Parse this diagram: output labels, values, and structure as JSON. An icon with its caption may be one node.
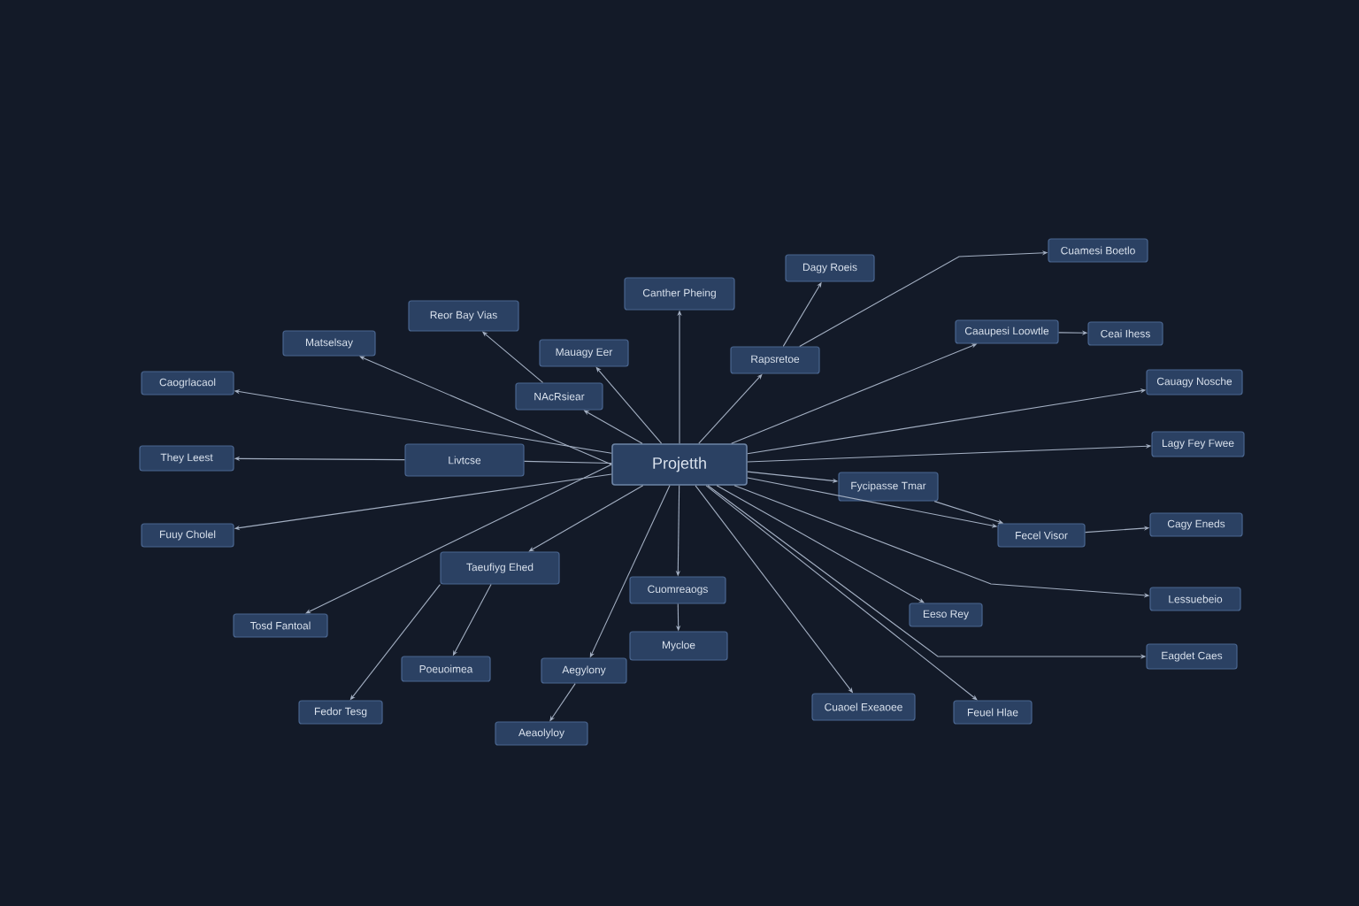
{
  "diagram": {
    "nodes": [
      {
        "text": [
          "Projetth"
        ]
      },
      {
        "text": [
          "Canther Pheing"
        ]
      },
      {
        "text": [
          "Dagy Roeis"
        ]
      },
      {
        "text": [
          "Rapsretoe"
        ]
      },
      {
        "text": [
          "Cuamesi Boetlo"
        ]
      },
      {
        "text": [
          "Caaupesi Loowtle"
        ]
      },
      {
        "text": [
          "Ceai Ihess"
        ]
      },
      {
        "text": [
          "Cauagy Nosche"
        ]
      },
      {
        "text": [
          "Lagy Fey Fwee"
        ]
      },
      {
        "text": [
          "Fycipasse Tmar"
        ]
      },
      {
        "text": [
          "Fecel Visor"
        ]
      },
      {
        "text": [
          "Cagy Eneds"
        ]
      },
      {
        "text": [
          "Lessuebeio"
        ]
      },
      {
        "text": [
          "Eeso Rey"
        ]
      },
      {
        "text": [
          "Eagdet Caes"
        ]
      },
      {
        "text": [
          "Cuaoel Exeaoee"
        ]
      },
      {
        "text": [
          "Feuel Hlae"
        ]
      },
      {
        "text": [
          "Cuomreaogs"
        ]
      },
      {
        "text": [
          "Mycloe"
        ]
      },
      {
        "text": [
          "Aegylony"
        ]
      },
      {
        "text": [
          "Aeaolyloy"
        ]
      },
      {
        "text": [
          "Taeufiyg Ehed"
        ]
      },
      {
        "text": [
          "Poeuoimea"
        ]
      },
      {
        "text": [
          "Fedor Tesg"
        ]
      },
      {
        "text": [
          "Tosd Fantoal"
        ]
      },
      {
        "text": [
          "Fuuy Cholel"
        ]
      },
      {
        "text": [
          "They Leest"
        ]
      },
      {
        "text": [
          "Livtcse"
        ]
      },
      {
        "text": [
          "Caogrlacaol"
        ]
      },
      {
        "text": [
          "Matselsay"
        ]
      },
      {
        "text": [
          "Reor Bay Vias"
        ]
      },
      {
        "text": [
          "Mauagy Eer"
        ]
      },
      {
        "text": [
          "NAcRsiear"
        ]
      }
    ],
    "edges": [
      {
        "from": 0,
        "to": 1,
        "arrow": "to"
      },
      {
        "from": 0,
        "to": 3,
        "arrow": "to"
      },
      {
        "from": 3,
        "to": 2,
        "arrow": "to"
      },
      {
        "from": 3,
        "to": 4,
        "arrow": "to"
      },
      {
        "from": 0,
        "to": 5,
        "arrow": "to"
      },
      {
        "from": 5,
        "to": 6,
        "arrow": "to"
      },
      {
        "from": 0,
        "to": 7,
        "arrow": "to"
      },
      {
        "from": 0,
        "to": 8,
        "arrow": "to"
      },
      {
        "from": 0,
        "to": 9,
        "arrow": "to"
      },
      {
        "from": 9,
        "to": 10,
        "arrow": "to"
      },
      {
        "from": 0,
        "to": 10,
        "arrow": "to"
      },
      {
        "from": 10,
        "to": 11,
        "arrow": "to"
      },
      {
        "from": 0,
        "to": 12,
        "arrow": "to"
      },
      {
        "from": 0,
        "to": 13,
        "arrow": "to"
      },
      {
        "from": 0,
        "to": 14,
        "arrow": "to"
      },
      {
        "from": 0,
        "to": 15,
        "arrow": "to"
      },
      {
        "from": 0,
        "to": 16,
        "arrow": "to"
      },
      {
        "from": 0,
        "to": 17,
        "arrow": "to"
      },
      {
        "from": 17,
        "to": 18,
        "arrow": "to"
      },
      {
        "from": 0,
        "to": 19,
        "arrow": "to"
      },
      {
        "from": 19,
        "to": 20,
        "arrow": "to"
      },
      {
        "from": 0,
        "to": 21,
        "arrow": "to"
      },
      {
        "from": 21,
        "to": 22,
        "arrow": "to"
      },
      {
        "from": 21,
        "to": 23,
        "arrow": "to"
      },
      {
        "from": 0,
        "to": 24,
        "arrow": "to"
      },
      {
        "from": 0,
        "to": 25,
        "arrow": "to"
      },
      {
        "from": 0,
        "to": 27,
        "arrow": "none"
      },
      {
        "from": 27,
        "to": 26,
        "arrow": "to"
      },
      {
        "from": 0,
        "to": 28,
        "arrow": "to"
      },
      {
        "from": 0,
        "to": 29,
        "arrow": "to"
      },
      {
        "from": 32,
        "to": 30,
        "arrow": "to"
      },
      {
        "from": 0,
        "to": 31,
        "arrow": "to"
      },
      {
        "from": 0,
        "to": 32,
        "arrow": "to"
      }
    ]
  }
}
